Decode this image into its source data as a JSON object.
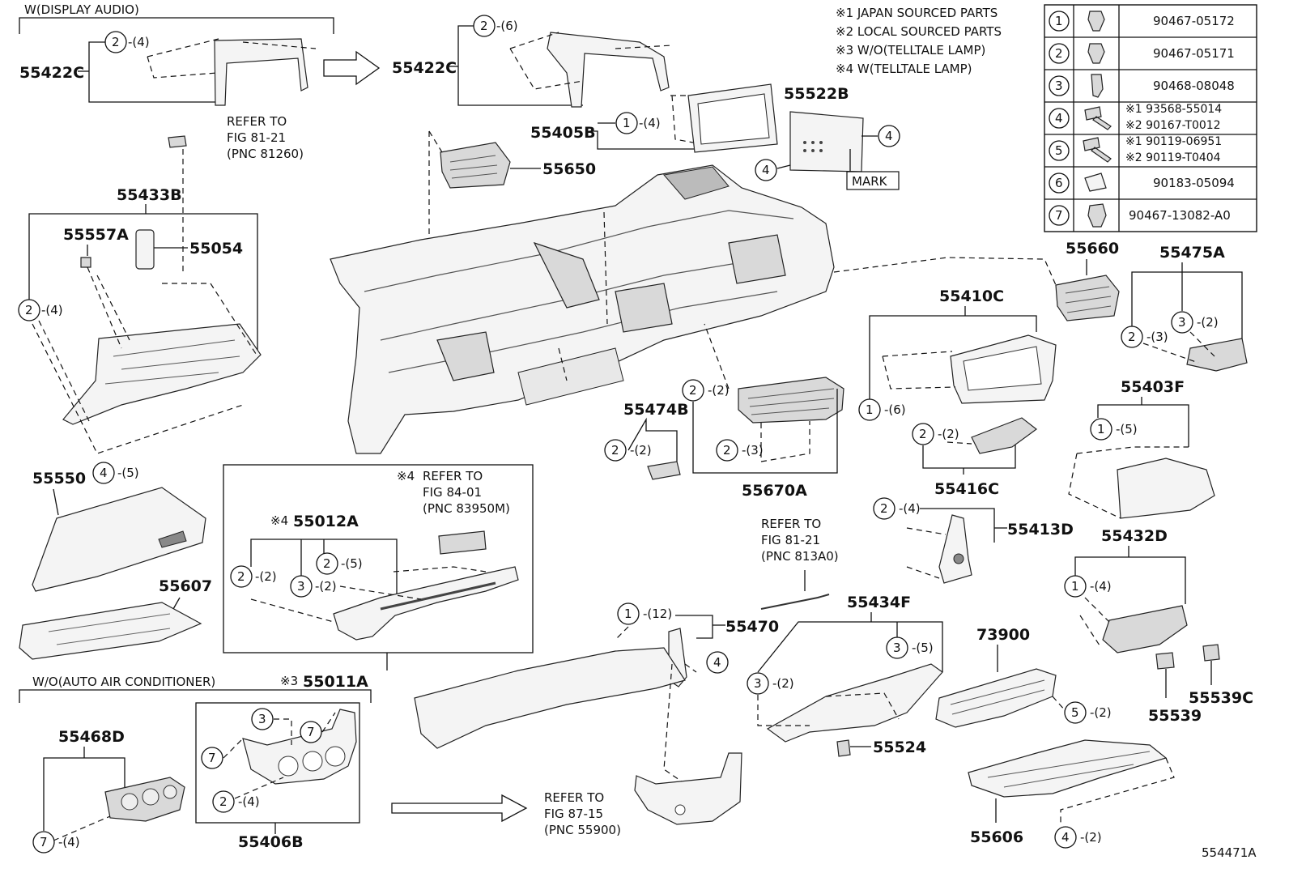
{
  "section_labels": {
    "display_audio": "W(DISPLAY AUDIO)",
    "wo_auto_ac": "W/O(AUTO AIR CONDITIONER)"
  },
  "legend_notes": [
    "※1 JAPAN SOURCED PARTS",
    "※2 LOCAL SOURCED PARTS",
    "※3 W/O(TELLTALE LAMP)",
    "※4 W(TELLTALE LAMP)"
  ],
  "fastener_table": [
    {
      "key": "1",
      "parts": [
        "90467-05172"
      ]
    },
    {
      "key": "2",
      "parts": [
        "90467-05171"
      ]
    },
    {
      "key": "3",
      "parts": [
        "90468-08048"
      ]
    },
    {
      "key": "4",
      "parts": [
        "※1 93568-55014",
        "※2 90167-T0012"
      ]
    },
    {
      "key": "5",
      "parts": [
        "※1 90119-06951",
        "※2 90119-T0404"
      ]
    },
    {
      "key": "6",
      "parts": [
        "90183-05094"
      ]
    },
    {
      "key": "7",
      "parts": [
        "90467-13082-A0"
      ]
    }
  ],
  "part_numbers": {
    "p55422C_a": "55422C",
    "p55422C_b": "55422C",
    "p55405B": "55405B",
    "p55522B": "55522B",
    "p55650": "55650",
    "p55433B": "55433B",
    "p55557A": "55557A",
    "p55054": "55054",
    "p55660": "55660",
    "p55475A": "55475A",
    "p55410C": "55410C",
    "p55403F": "55403F",
    "p55474B": "55474B",
    "p55670A": "55670A",
    "p55416C": "55416C",
    "p55413D": "55413D",
    "p55432D": "55432D",
    "p55550": "55550",
    "p55012A": "55012A",
    "p55607": "55607",
    "p55011A": "55011A",
    "p55470": "55470",
    "p55434F": "55434F",
    "p73900": "73900",
    "p55539": "55539",
    "p55539C": "55539C",
    "p55524": "55524",
    "p55468D": "55468D",
    "p55406B": "55406B",
    "p55606": "55606"
  },
  "prefix_marks": {
    "m55012A": "※4",
    "m55011A": "※3",
    "mRefer84": "※4"
  },
  "qty_callouts": {
    "c55422C_a": {
      "key": "2",
      "qty": "-(4)"
    },
    "c55422C_b": {
      "key": "2",
      "qty": "-(6)"
    },
    "c55405B": {
      "key": "1",
      "qty": "-(4)"
    },
    "c55522B_r": {
      "key": "4",
      "qty": ""
    },
    "c55522B_l": {
      "key": "4",
      "qty": ""
    },
    "c55433B": {
      "key": "2",
      "qty": "-(4)"
    },
    "c55550": {
      "key": "4",
      "qty": "-(5)"
    },
    "c55475A_2": {
      "key": "2",
      "qty": "-(3)"
    },
    "c55475A_3": {
      "key": "3",
      "qty": "-(2)"
    },
    "c55410C": {
      "key": "1",
      "qty": "-(6)"
    },
    "c55403F": {
      "key": "1",
      "qty": "-(5)"
    },
    "c55474B": {
      "key": "2",
      "qty": "-(2)"
    },
    "c55670A_top": {
      "key": "2",
      "qty": "-(2)"
    },
    "c55670A_bot": {
      "key": "2",
      "qty": "-(3)"
    },
    "c55416C": {
      "key": "2",
      "qty": "-(2)"
    },
    "c55413D": {
      "key": "2",
      "qty": "-(4)"
    },
    "c55432D": {
      "key": "1",
      "qty": "-(4)"
    },
    "c55012A_l": {
      "key": "2",
      "qty": "-(2)"
    },
    "c55012A_m": {
      "key": "3",
      "qty": "-(2)"
    },
    "c55012A_r": {
      "key": "2",
      "qty": "-(5)"
    },
    "c55470": {
      "key": "1",
      "qty": "-(12)"
    },
    "c55470_4": {
      "key": "4",
      "qty": ""
    },
    "c55434F_r": {
      "key": "3",
      "qty": "-(5)"
    },
    "c55434F_l": {
      "key": "3",
      "qty": "-(2)"
    },
    "c73900": {
      "key": "5",
      "qty": "-(2)"
    },
    "c55468D": {
      "key": "7",
      "qty": "-(4)"
    },
    "c55406B_3": {
      "key": "3",
      "qty": ""
    },
    "c55406B_7a": {
      "key": "7",
      "qty": ""
    },
    "c55406B_7b": {
      "key": "7",
      "qty": ""
    },
    "c55406B_2": {
      "key": "2",
      "qty": "-(4)"
    },
    "c55606": {
      "key": "4",
      "qty": "-(2)"
    }
  },
  "references": {
    "ref81260": [
      "REFER TO",
      "FIG 81-21",
      "(PNC 81260)"
    ],
    "ref84": [
      "REFER TO",
      "FIG 84-01",
      "(PNC 83950M)"
    ],
    "ref813A0": [
      "REFER TO",
      "FIG 81-21",
      "(PNC 813A0)"
    ],
    "ref87": [
      "REFER TO",
      "FIG 87-15",
      "(PNC 55900)"
    ]
  },
  "mark_label": "MARK",
  "figure_id": "554471A"
}
